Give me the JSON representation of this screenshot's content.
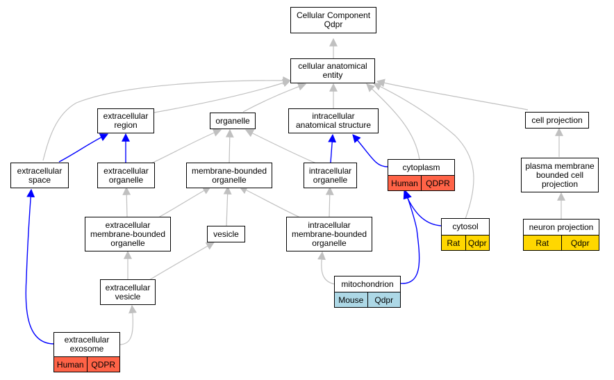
{
  "nodes": {
    "root": {
      "label": "Cellular Component\nQdpr"
    },
    "cae": {
      "label": "cellular anatomical\nentity"
    },
    "extracellular_region": {
      "label": "extracellular\nregion"
    },
    "organelle": {
      "label": "organelle"
    },
    "intracellular_structure": {
      "label": "intracellular\nanatomical structure"
    },
    "cell_projection": {
      "label": "cell projection"
    },
    "extracellular_space": {
      "label": "extracellular\nspace"
    },
    "extracellular_organelle": {
      "label": "extracellular\norganelle"
    },
    "membrane_bounded_organelle": {
      "label": "membrane-bounded\norganelle"
    },
    "intracellular_organelle": {
      "label": "intracellular\norganelle"
    },
    "cytoplasm": {
      "label": "cytoplasm",
      "species": "Human",
      "gene": "QDPR"
    },
    "pm_bounded_projection": {
      "label": "plasma membrane\nbounded cell\nprojection"
    },
    "ext_membrane_bounded_organelle": {
      "label": "extracellular\nmembrane-bounded\norganelle"
    },
    "vesicle": {
      "label": "vesicle"
    },
    "int_membrane_bounded_organelle": {
      "label": "intracellular\nmembrane-bounded\norganelle"
    },
    "cytosol": {
      "label": "cytosol",
      "species": "Rat",
      "gene": "Qdpr"
    },
    "neuron_projection": {
      "label": "neuron projection",
      "species": "Rat",
      "gene": "Qdpr"
    },
    "extracellular_vesicle": {
      "label": "extracellular\nvesicle"
    },
    "mitochondrion": {
      "label": "mitochondrion",
      "species": "Mouse",
      "gene": "Qdpr"
    },
    "extracellular_exosome": {
      "label": "extracellular\nexosome",
      "species": "Human",
      "gene": "QDPR"
    }
  },
  "colors": {
    "human": "#ff6347",
    "rat": "#ffd700",
    "mouse": "#add8e6",
    "is_a_edge": "#c0c0c0",
    "part_of_edge": "#0000ff"
  }
}
